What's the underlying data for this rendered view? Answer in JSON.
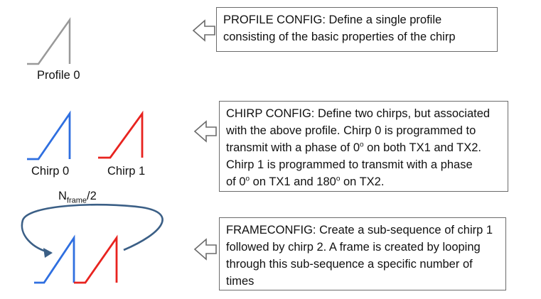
{
  "labels": {
    "profile0": "Profile 0",
    "chirp0": "Chirp 0",
    "chirp1": "Chirp 1",
    "loop_base": "N",
    "loop_sub": "frame",
    "loop_suffix": "/2"
  },
  "boxes": {
    "profile": {
      "line1": "PROFILE CONFIG: Define a single profile",
      "line2": "consisting of the basic properties of the chirp"
    },
    "chirp": {
      "line1": "CHIRP CONFIG: Define two chirps, but associated",
      "line2": "with the above profile. Chirp 0 is programmed to",
      "line3a": "transmit with a phase of 0",
      "line3deg": "o",
      "line3b": " on both TX1 and TX2.",
      "line4": "Chirp 1 is programmed to transmit with a phase",
      "line5a": "of 0",
      "line5deg1": "o",
      "line5b": "  on TX1 and 180",
      "line5deg2": "o",
      "line5c": " on TX2."
    },
    "frame": {
      "line1": "FRAMECONFIG: Create a sub-sequence of chirp 1",
      "line2": "followed by chirp 2. A frame is created by looping",
      "line3": "through this sub-sequence a specific number of",
      "line4": "times"
    }
  },
  "colors": {
    "profile": "#999999",
    "chirp0": "#2f6fe0",
    "chirp1": "#e8231f",
    "loop": "#3b5f86",
    "arrow": "#6b6b6b"
  }
}
